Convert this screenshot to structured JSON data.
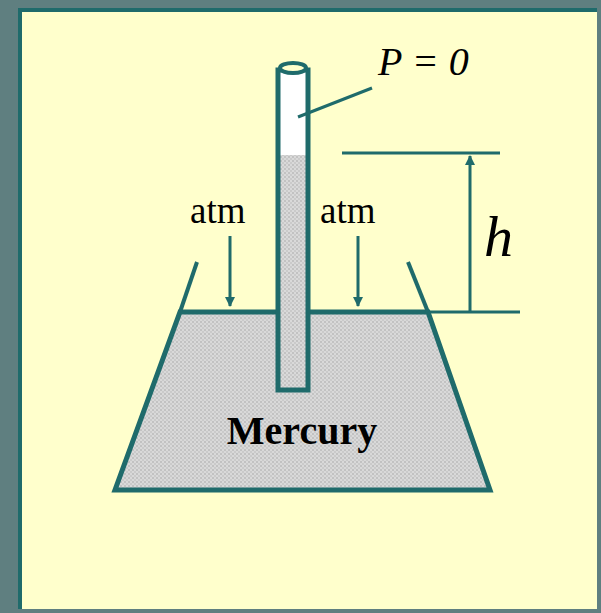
{
  "diagram": {
    "nodes": [
      {
        "text": [
          "Mercury"
        ]
      }
    ],
    "labels": [
      "P = 0",
      "atm",
      "atm",
      "h"
    ]
  }
}
